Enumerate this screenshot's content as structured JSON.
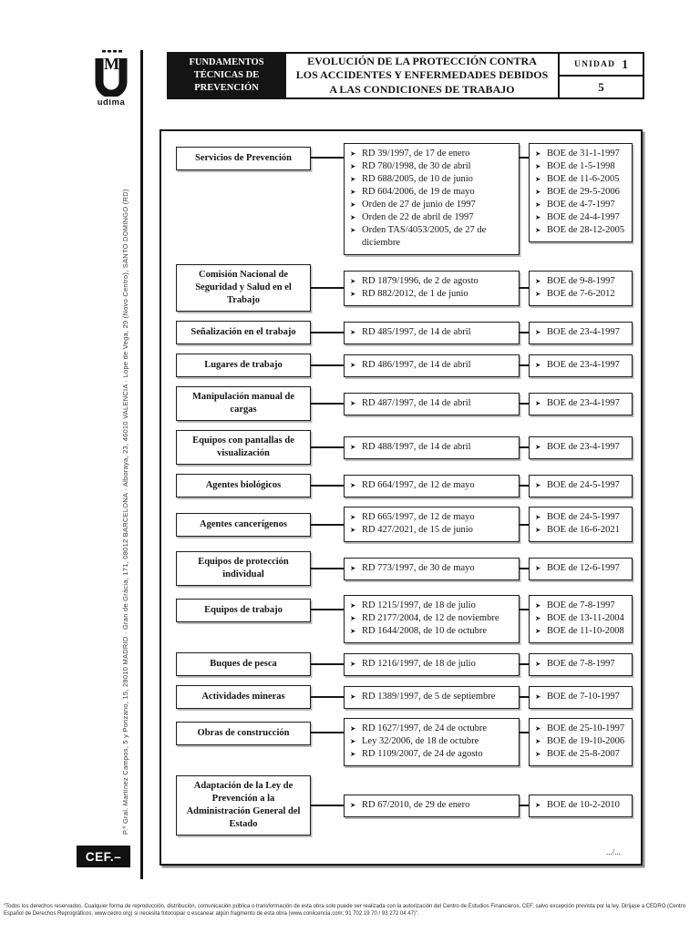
{
  "branding": {
    "udima_monogram": "M",
    "udima_label": "udima",
    "cef_label": "CEF.–"
  },
  "address_sidebar": "P.º Gral. Martínez Campos, 5 y Ponzano, 15, 28010 MADRID · Gran de Gràcia, 171, 08012 BARCELONA · Alboraya, 23, 46010 VALENCIA · Lope de Vega, 29 (Novo Centro), SANTO DOMINGO (RD)",
  "header": {
    "subject": "FUNDAMENTOS\nTÉCNICAS DE\nPREVENCIÓN",
    "title": "EVOLUCIÓN DE LA PROTECCIÓN CONTRA\nLOS ACCIDENTES Y ENFERMEDADES DEBIDOS\nA LAS CONDICIONES DE TRABAJO",
    "unit_label": "UNIDAD",
    "unit_number": "1",
    "page_number": "5"
  },
  "diagram": {
    "bullet_glyph": "➤",
    "rows": [
      {
        "topic": "Servicios de Prevención",
        "rd": [
          "RD 39/1997, de 17 de enero",
          "RD 780/1998, de 30 de abril",
          "RD 688/2005, de 10 de junio",
          "RD 604/2006, de 19 de mayo",
          "Orden de 27 de junio de 1997",
          "Orden de 22 de abril de 1997",
          "Orden TAS/4053/2005, de 27 de diciembre"
        ],
        "boe": [
          "BOE de 31-1-1997",
          "BOE de 1-5-1998",
          "BOE de 11-6-2005",
          "BOE de 29-5-2006",
          "BOE de 4-7-1997",
          "BOE de 24-4-1997",
          "BOE de 28-12-2005"
        ]
      },
      {
        "topic": "Comisión Nacional de Seguridad y Salud en el Trabajo",
        "rd": [
          "RD 1879/1996, de 2 de agosto",
          "RD 882/2012, de 1 de junio"
        ],
        "boe": [
          "BOE de 9-8-1997",
          "BOE de 7-6-2012"
        ]
      },
      {
        "topic": "Señalización en el trabajo",
        "rd": [
          "RD 485/1997, de 14 de abril"
        ],
        "boe": [
          "BOE de 23-4-1997"
        ]
      },
      {
        "topic": "Lugares de trabajo",
        "rd": [
          "RD 486/1997, de 14 de abril"
        ],
        "boe": [
          "BOE de 23-4-1997"
        ]
      },
      {
        "topic": "Manipulación manual de cargas",
        "rd": [
          "RD 487/1997, de 14 de abril"
        ],
        "boe": [
          "BOE de 23-4-1997"
        ]
      },
      {
        "topic": "Equipos con pantallas de visualización",
        "rd": [
          "RD 488/1997, de 14 de abril"
        ],
        "boe": [
          "BOE de 23-4-1997"
        ]
      },
      {
        "topic": "Agentes biológicos",
        "rd": [
          "RD 664/1997, de 12 de mayo"
        ],
        "boe": [
          "BOE de 24-5-1997"
        ]
      },
      {
        "topic": "Agentes cancerígenos",
        "rd": [
          "RD 665/1997, de 12 de mayo",
          "RD 427/2021, de 15 de junio"
        ],
        "boe": [
          "BOE de 24-5-1997",
          "BOE de 16-6-2021"
        ]
      },
      {
        "topic": "Equipos de protección individual",
        "rd": [
          "RD 773/1997, de 30 de mayo"
        ],
        "boe": [
          "BOE de 12-6-1997"
        ]
      },
      {
        "topic": "Equipos de trabajo",
        "rd": [
          "RD 1215/1997, de 18 de julio",
          "RD 2177/2004, de 12 de noviembre",
          "RD 1644/2008, de 10 de octubre"
        ],
        "boe": [
          "BOE de 7-8-1997",
          "BOE de 13-11-2004",
          "BOE de 11-10-2008"
        ]
      },
      {
        "topic": "Buques de pesca",
        "rd": [
          "RD 1216/1997, de 18 de julio"
        ],
        "boe": [
          "BOE de 7-8-1997"
        ]
      },
      {
        "topic": "Actividades mineras",
        "rd": [
          "RD 1389/1997, de 5 de septiembre"
        ],
        "boe": [
          "BOE de 7-10-1997"
        ]
      },
      {
        "topic": "Obras de construcción",
        "rd": [
          "RD 1627/1997, de 24 de octubre",
          "Ley 32/2006, de 18 de octubre",
          "RD 1109/2007, de 24 de agosto"
        ],
        "boe": [
          "BOE de 25-10-1997",
          "BOE de 19-10-2006",
          "BOE de 25-8-2007"
        ]
      },
      {
        "topic": "Adaptación de la Ley de Prevención a la Administración General del Estado",
        "rd": [
          "RD 67/2010, de 29 de enero"
        ],
        "boe": [
          "BOE de 10-2-2010"
        ]
      }
    ]
  },
  "continuation_mark": ".../...",
  "footer_note": "\"Todos los derechos reservados. Cualquier forma de reproducción, distribución, comunicación pública o transformación de esta obra solo puede ser realizada con la autorización del Centro de Estudios Financieros, CEF, salvo excepción prevista por la ley. Diríjase a CEDRO (Centro Español de Derechos Reprográficos, www.cedro.org) si necesita fotocopiar o escanear algún fragmento de esta obra (www.conlicencia.com; 91 702 19 70 / 93 272 04 47)\"."
}
